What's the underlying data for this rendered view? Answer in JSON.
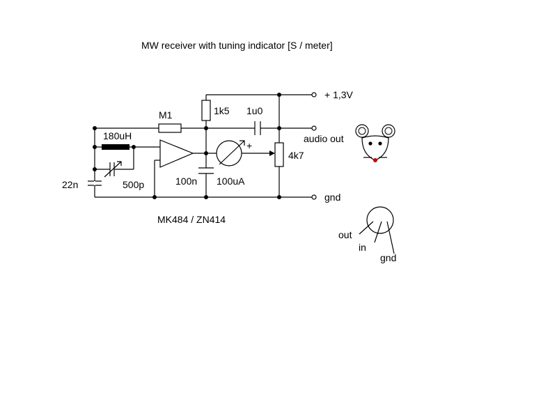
{
  "title": "MW receiver with tuning indicator [S / meter]",
  "terminals": {
    "supply": "+ 1,3V",
    "audio_out": "audio out",
    "ground": "gnd"
  },
  "components": {
    "r_bias": "M1",
    "r_supply": "1k5",
    "c_coupling": "1u0",
    "inductor": "180uH",
    "c_tank": "22n",
    "c_variable": "500p",
    "c_decouple": "100n",
    "meter": "100uA",
    "meter_polarity": "+",
    "potentiometer": "4k7"
  },
  "ic_label": "MK484 / ZN414",
  "pinout": {
    "out": "out",
    "in": "in",
    "gnd": "gnd"
  },
  "colors": {
    "ink": "#000000",
    "mouse_nose": "#cc0000"
  }
}
